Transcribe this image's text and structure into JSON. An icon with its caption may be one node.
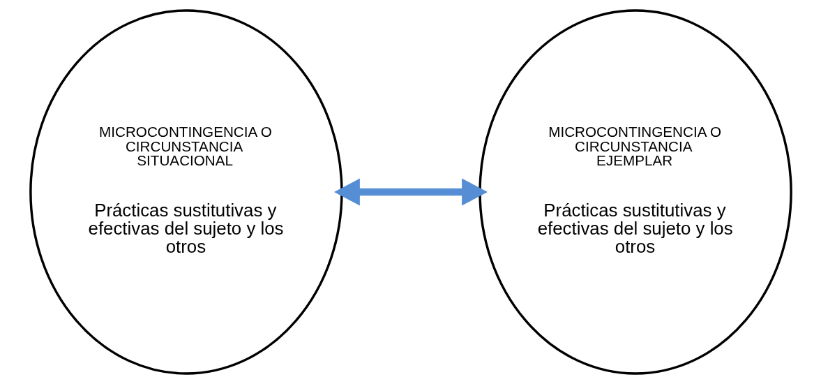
{
  "diagram": {
    "nodes": [
      {
        "text": [
          "MICROCONTINGENCIA O CIRCUNSTANCIA SITUACIONAL",
          "Prácticas sustitutivas y efectivas del sujeto y los otros"
        ]
      },
      {
        "text": [
          "MICROCONTINGENCIA O CIRCUNSTANCIA EJEMPLAR",
          "Prácticas sustitutivas y efectivas del sujeto y los otros"
        ]
      }
    ],
    "edges": [
      {
        "from": 0,
        "to": 1,
        "arrow": "both",
        "color": "#558ed5"
      }
    ]
  }
}
